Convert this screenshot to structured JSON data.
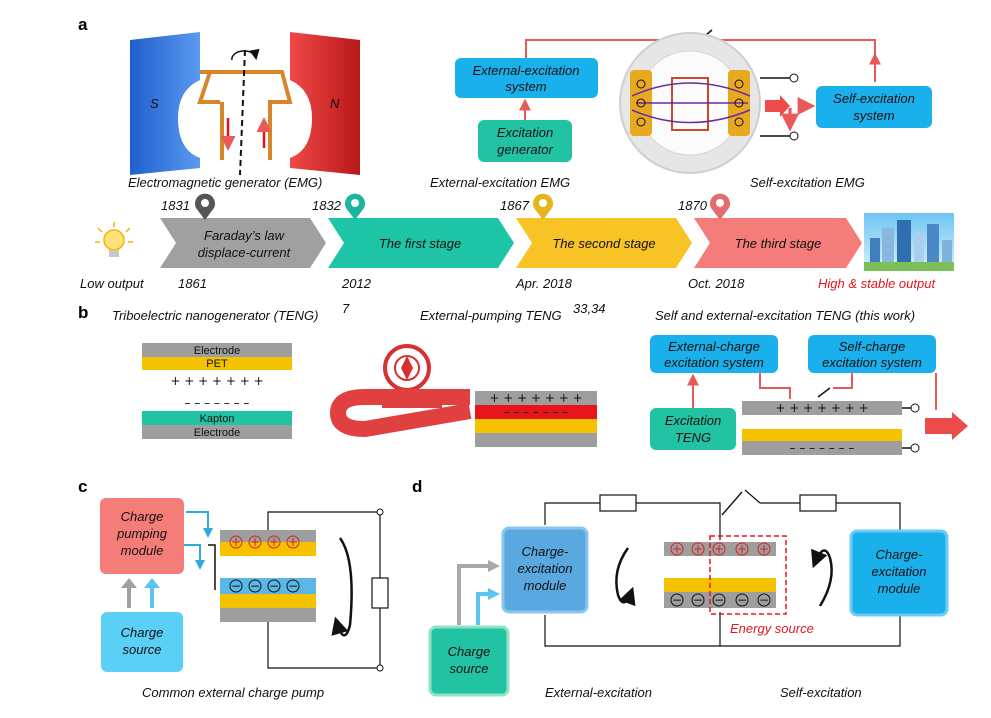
{
  "panels": {
    "a": "a",
    "b": "b",
    "c": "c",
    "d": "d"
  },
  "panel_a": {
    "emg_caption": "Electromagnetic generator (EMG)",
    "magnet_s": "S",
    "magnet_n": "N",
    "ext_caption": "External-excitation EMG",
    "ext_system": [
      "External-excitation",
      "system"
    ],
    "excitation_generator": [
      "Excitation",
      "generator"
    ],
    "self_caption": "Self-excitation EMG",
    "self_system": [
      "Self-excitation",
      "system"
    ]
  },
  "timeline": {
    "low_output": "Low output",
    "high_output": "High & stable output",
    "high_output_color": "#e8141b",
    "stages": [
      {
        "label": [
          "Faraday’s law",
          "displace-current"
        ],
        "year_top": "1831",
        "year_bottom": "1861",
        "color": "#a0a0a0",
        "pin": "#555555"
      },
      {
        "label": [
          "The first stage"
        ],
        "year_top": "1832",
        "year_bottom": "2012",
        "color": "#1dc4a6",
        "pin": "#1db4a0"
      },
      {
        "label": [
          "The second stage"
        ],
        "year_top": "1867",
        "year_bottom": "Apr. 2018",
        "color": "#f7c325",
        "pin": "#e6b51e"
      },
      {
        "label": [
          "The third stage"
        ],
        "year_top": "1870",
        "year_bottom": "Oct. 2018",
        "color": "#f47d7a",
        "pin": "#e26d6d"
      }
    ]
  },
  "panel_b": {
    "teng_caption": "Triboelectric nanogenerator (TENG)",
    "teng_ref": "7",
    "electrode_top": "Electrode",
    "pet": "PET",
    "kapton": "Kapton",
    "electrode_bottom": "Electrode",
    "plus_row": "+ + + + + + +",
    "minus_row": "– – – – – – –",
    "pumping_caption": "External-pumping TENG",
    "pumping_ref": "33,34",
    "self_ext_caption": "Self and external-excitation TENG (this work)",
    "ext_charge_system": [
      "External-charge",
      "excitation system"
    ],
    "self_charge_system": [
      "Self-charge",
      "excitation system"
    ],
    "excitation_teng": [
      "Excitation",
      "TENG"
    ]
  },
  "panel_c": {
    "pumping_module": [
      "Charge",
      "pumping",
      "module"
    ],
    "charge_source": [
      "Charge",
      "source"
    ],
    "caption": "Common external charge pump"
  },
  "panel_d": {
    "left_module": [
      "Charge-",
      "excitation",
      "module"
    ],
    "right_module": [
      "Charge-",
      "excitation",
      "module"
    ],
    "charge_source": [
      "Charge",
      "source"
    ],
    "energy_source": "Energy source",
    "energy_source_color": "#e8141b",
    "ext_caption": "External-excitation",
    "self_caption": "Self-excitation"
  },
  "colors": {
    "blue_box": "#1ab0ec",
    "teal_box": "#22c3a3",
    "red_line": "#e85a5a",
    "pink_box": "#f47d7a",
    "yellow": "#f5c200"
  }
}
